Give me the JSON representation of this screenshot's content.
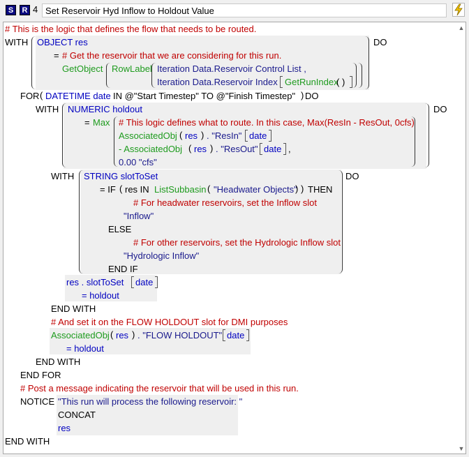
{
  "header": {
    "icon_s": "S",
    "icon_r": "R",
    "rule_number": "4",
    "rule_name": "Set Reservoir Hyd Inflow to Holdout Value",
    "bolt_icon": "lightning-icon"
  },
  "code": {
    "c1": "# This is the logic that defines the flow that needs to be routed.",
    "with": "WITH",
    "object_res": "OBJECT res",
    "do": "DO",
    "eq": "=",
    "c2": "# Get the reservoir that we are considering for this run.",
    "getobject": "GetObject",
    "rowlabel": "RowLabel",
    "iter_list": "Iteration Data.Reservoir Control List ,",
    "iter_index": "Iteration Data.Reservoir Index",
    "getrunindex": "GetRunIndex",
    "unit_paren": "( )",
    "for": "FOR",
    "datetime_date": "DATETIME date",
    "in_range": "IN @\"Start Timestep\" TO @\"Finish Timestep\"",
    "end_for_do": "DO",
    "numeric_holdout": "NUMERIC holdout",
    "max": "Max",
    "c3": "# This logic defines what to route. In this case, Max(ResIn - ResOut, 0cfs)",
    "assoc1": "AssociatedObj",
    "res": "res",
    "resin": ". \"ResIn\"",
    "date": "date",
    "assoc2_prefix": "- AssociatedObj",
    "resout": ". \"ResOut\"",
    "comma": ",",
    "zero_cfs": "0.00 \"cfs\"",
    "string_slot": "STRING slotToSet",
    "if_kw": "= IF",
    "res_in": "res IN",
    "listsubbasin": "ListSubbasin",
    "headwater": "\"Headwater Objects\"",
    "then": "THEN",
    "c4": "# For headwater reservoirs, set the Inflow slot",
    "inflow": "\"Inflow\"",
    "else": "ELSE",
    "c5": "# For other reservoirs, set the Hydrologic Inflow slot",
    "hyd_inflow": "\"Hydrologic Inflow\"",
    "end_if": "END IF",
    "res_slot": "res . slotToSet",
    "eq_holdout": "= holdout",
    "end_with": "END WITH",
    "c6": "# And set it on the FLOW HOLDOUT slot for DMI purposes",
    "assoc3": "AssociatedObj",
    "flow_holdout": ". \"FLOW HOLDOUT\"",
    "end_for": "END FOR",
    "c7": "# Post a message indicating the reservoir that will be used in this run.",
    "notice": "NOTICE",
    "msg": "\"This run will process the following reservoir: \"",
    "concat": "CONCAT",
    "res_final": "res"
  }
}
